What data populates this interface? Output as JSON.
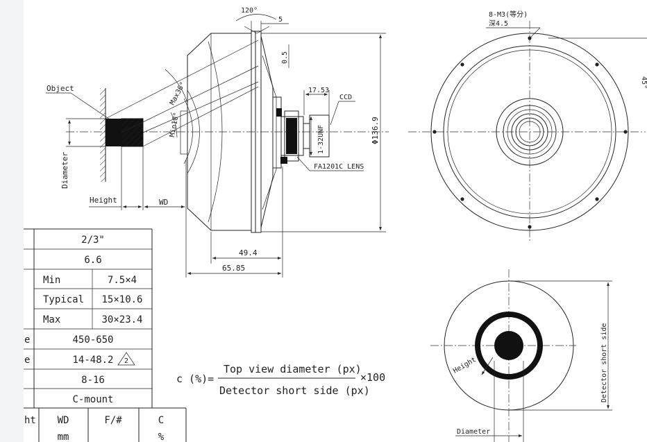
{
  "side_view": {
    "angle": "120°",
    "dim_5": "5",
    "dim_05": "0.5",
    "object_label": "Object",
    "max_angle": "Max36°",
    "min_angle": "Min18°",
    "diameter_label": "Diameter",
    "height_label": "Height",
    "wd_label": "WD",
    "dim_1753": "17.53",
    "ccd_label": "CCD",
    "unf_label": "1-32UNF",
    "lens_label": "FA1201C LENS",
    "phi_label": "Φ136.9",
    "dim_494": "49.4",
    "dim_6585": "65.85"
  },
  "front_view": {
    "screw_label": "8-M3(等分)",
    "depth_label": "深4.5",
    "edge_text": "45°"
  },
  "top_view": {
    "height_label": "Height",
    "diameter_label": "Diameter",
    "detector_label": "Detector short side"
  },
  "formula": {
    "lhs": "c (%)=",
    "numerator": "Top view diameter (px)",
    "denominator": "Detector short side (px)",
    "multiplier": "×100"
  },
  "spec_table": {
    "rows": [
      {
        "label": "",
        "value": "2/3\""
      },
      {
        "label": "",
        "value": "6.6"
      },
      {
        "label": "",
        "sub": "Min",
        "value": "7.5×4"
      },
      {
        "label": "",
        "sub": "Typical",
        "value": "15×10.6"
      },
      {
        "label": "",
        "sub": "Max",
        "value": "30×23.4"
      },
      {
        "label": "e",
        "value": "450-650"
      },
      {
        "label": "e",
        "value": "14-48.2",
        "note": "2"
      },
      {
        "label": "",
        "value": "8-16"
      },
      {
        "label": "",
        "value": "C-mount"
      }
    ]
  },
  "bottom_table": {
    "headers": [
      "ht",
      "WD",
      "F/#",
      "C"
    ],
    "units": [
      "",
      "mm",
      "",
      "%"
    ]
  }
}
